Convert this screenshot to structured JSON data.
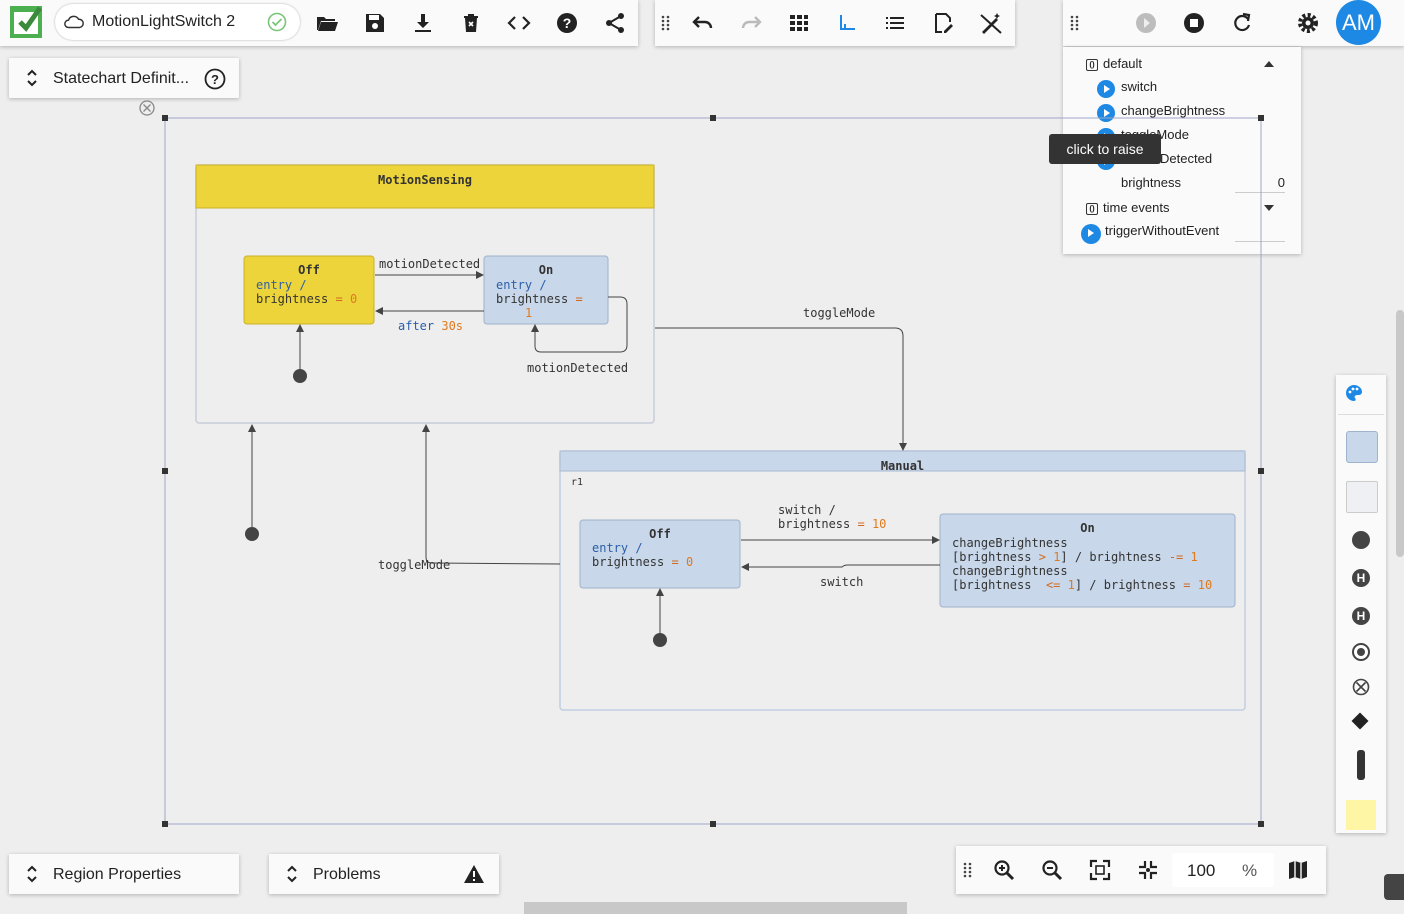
{
  "toolbar": {
    "model_name": "MotionLightSwitch 2",
    "zoom_value": "100",
    "zoom_unit": "%"
  },
  "panels": {
    "statechart_definition": "Statechart Definit...",
    "region_properties": "Region Properties",
    "problems": "Problems"
  },
  "user": {
    "initials": "AM"
  },
  "simulation": {
    "sections": [
      {
        "label": "default",
        "expanded": true
      },
      {
        "label": "time events",
        "expanded": false
      }
    ],
    "events": [
      "switch",
      "changeBrightness",
      "toggleMode",
      "motionDetected"
    ],
    "variable_name": "brightness",
    "variable_value": "0",
    "time_event": "triggerWithoutEvent",
    "tooltip": "click to raise"
  },
  "diagram": {
    "motion_sensing": {
      "title": "MotionSensing",
      "off": {
        "name": "Off",
        "entry": "entry",
        "slash": "/",
        "var": "brightness",
        "eq": "=",
        "val": "0"
      },
      "on": {
        "name": "On",
        "entry": "entry",
        "slash": "/",
        "var": "brightness",
        "eq": "=",
        "val": "1"
      },
      "t_motion": "motionDetected",
      "t_after": "after",
      "t_after_val": "30s",
      "t_self": "motionDetected"
    },
    "manual": {
      "title": "Manual",
      "region": "r1",
      "off": {
        "name": "Off",
        "entry": "entry",
        "slash": "/",
        "var": "brightness",
        "eq": "=",
        "val": "0"
      },
      "on": {
        "name": "On",
        "line1": "changeBrightness",
        "line2a": "[brightness",
        "line2b": ">",
        "line2c": "1",
        "line2d": "] / brightness",
        "line2e": "-=",
        "line2f": "1",
        "line3": "changeBrightness",
        "line4a": "[brightness",
        "line4b": "<=",
        "line4c": "1",
        "line4d": "] / brightness",
        "line4e": "=",
        "line4f": "10"
      },
      "t_switch_a": "switch /",
      "t_switch_b": "brightness",
      "t_switch_eq": "=",
      "t_switch_val": "10",
      "t_switch_back": "switch"
    },
    "t_toggle_right": "toggleMode",
    "t_toggle_left": "toggleMode"
  },
  "colors": {
    "active_state": "#edd43a",
    "inactive_state": "#c8d7e9",
    "accent_blue": "#1e88e5",
    "logo_green": "#3c8a3c"
  },
  "icons": {
    "logo": "statechart-edit-logo",
    "cloud": "cloud-icon",
    "saved": "check-circle-icon"
  }
}
